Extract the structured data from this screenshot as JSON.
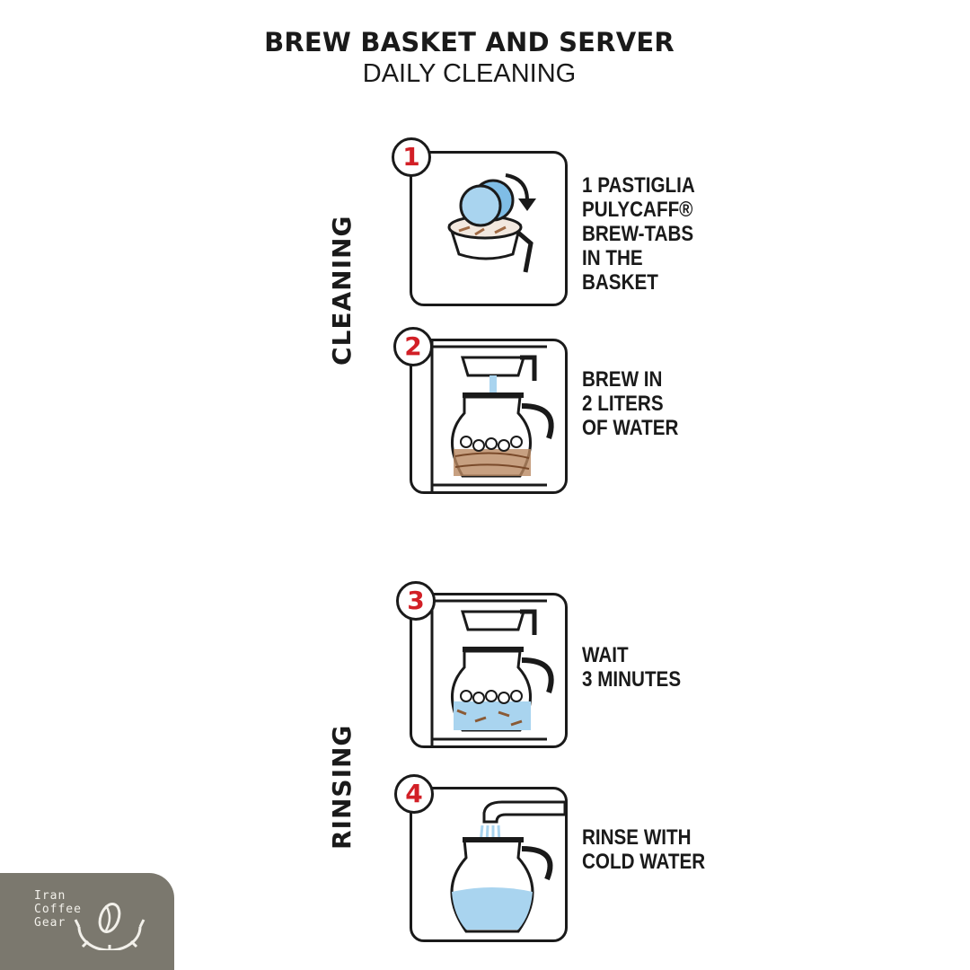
{
  "header": {
    "title": "BREW BASKET AND SERVER",
    "subtitle": "DAILY CLEANING"
  },
  "sections": {
    "cleaning": "CLEANING",
    "rinsing": "RINSING"
  },
  "steps": [
    {
      "number": "1",
      "text": "1 PASTIGLIA\nPULYCAFF®\nBREW-TABS\nIN THE\nBASKET",
      "icon": "brew-tab-basket-icon"
    },
    {
      "number": "2",
      "text": "BREW IN\n2 LITERS\nOF WATER",
      "icon": "brewing-carafe-icon"
    },
    {
      "number": "3",
      "text": "WAIT\n3 MINUTES",
      "icon": "waiting-carafe-icon"
    },
    {
      "number": "4",
      "text": "RINSE WITH\nCOLD WATER",
      "icon": "rinsing-carafe-icon"
    }
  ],
  "logo": {
    "text": "Iran\nCoffee\nGear",
    "icon": "coffee-gear-logo-icon"
  },
  "colors": {
    "accent_red": "#d21f26",
    "water_blue": "#a9d4ef",
    "coffee_brown": "#8a5a35",
    "logo_bg": "#7b786e"
  }
}
